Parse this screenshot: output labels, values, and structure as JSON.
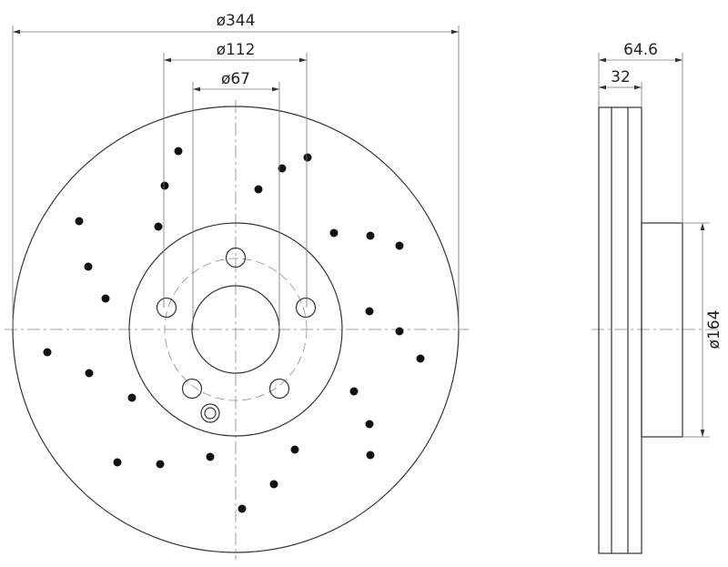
{
  "front_view": {
    "dim_outer_diameter": "ø344",
    "dim_bolt_circle": "ø112",
    "dim_center_bore": "ø67"
  },
  "side_view": {
    "dim_total_height": "64.6",
    "dim_disc_thickness": "32",
    "dim_hub_diameter": "ø164"
  }
}
